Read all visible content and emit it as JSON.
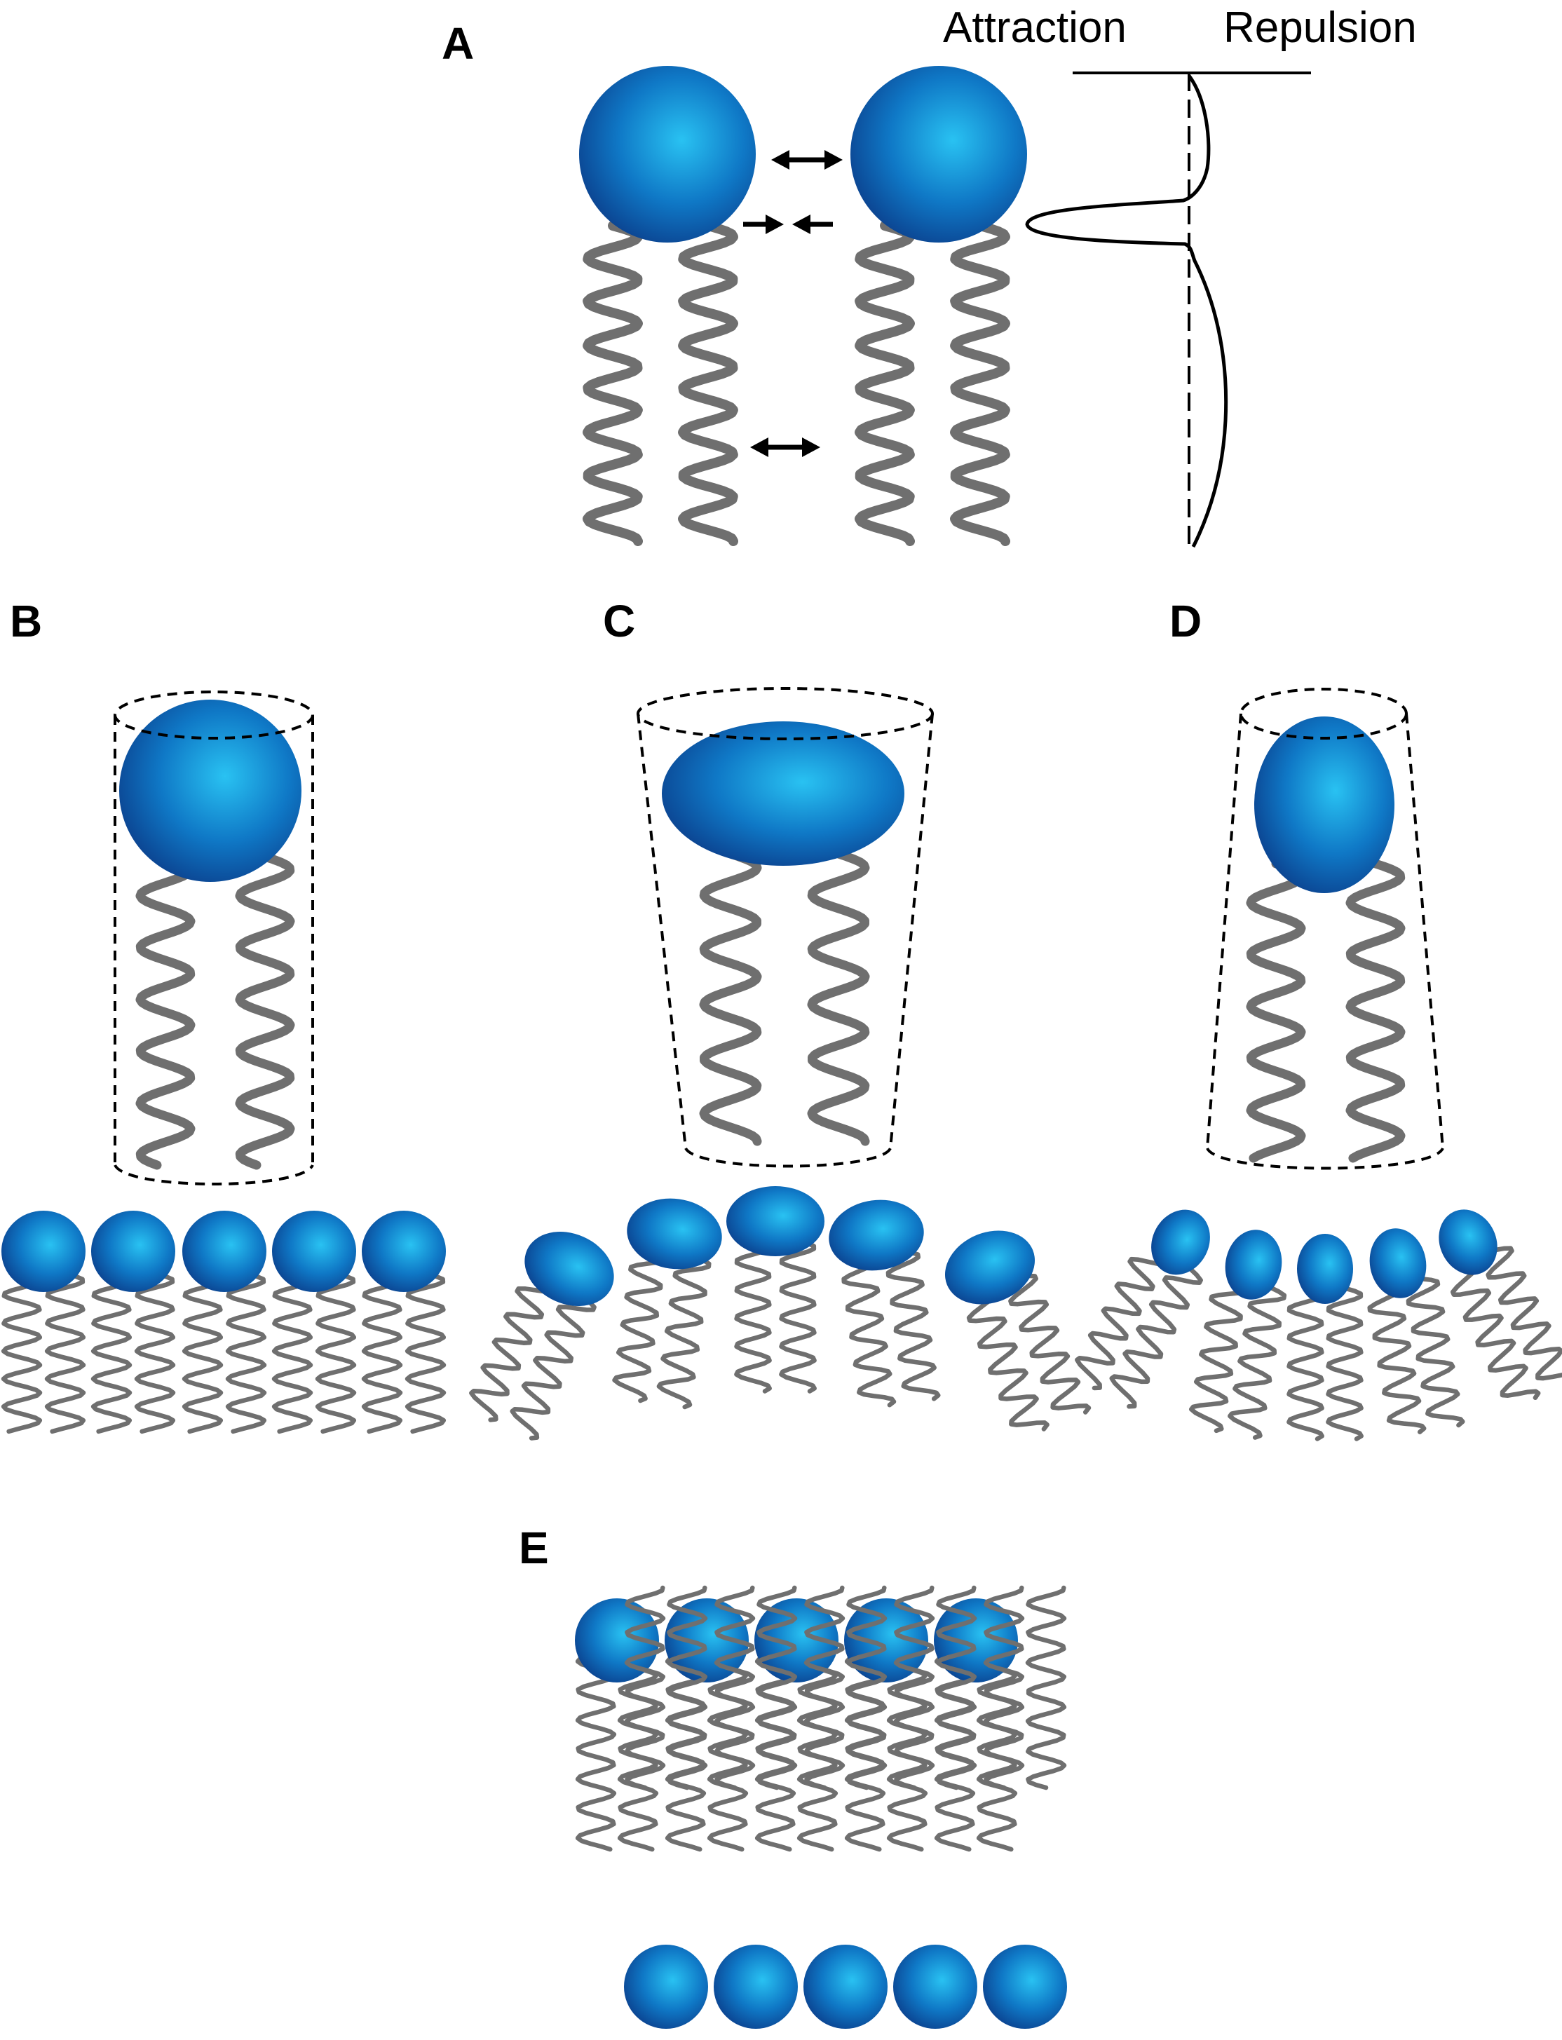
{
  "panels": {
    "a": "A",
    "b": "B",
    "c": "C",
    "d": "D",
    "e": "E"
  },
  "force_profile": {
    "attraction_label": "Attraction",
    "repulsion_label": "Repulsion"
  },
  "colors": {
    "head_light": "#29c2f2",
    "head_mid": "#0f78c6",
    "head_dark": "#0b3f8c",
    "tail": "#6f6f6f",
    "outline": "#000000"
  }
}
